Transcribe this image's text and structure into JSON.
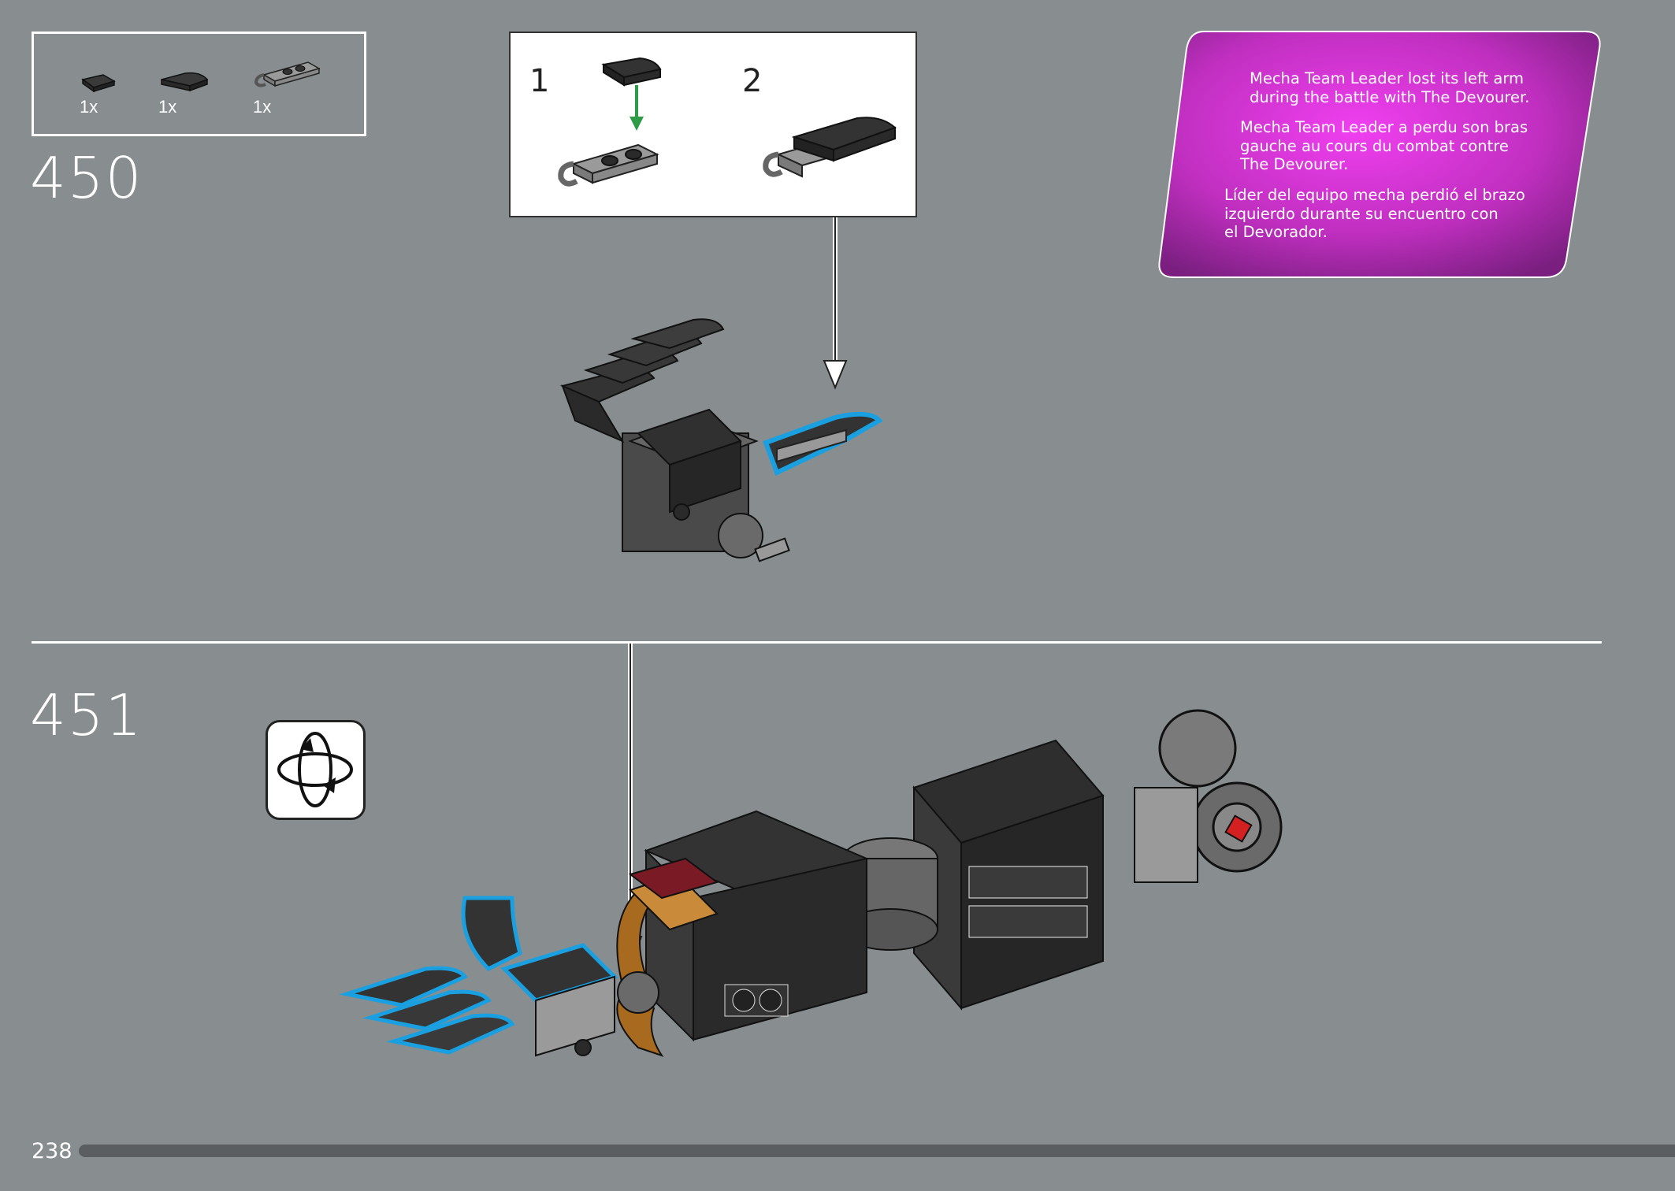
{
  "page": {
    "number": "238",
    "background": "#888e90",
    "progress": {
      "fraction": 1.0,
      "color": "#5a5e60"
    }
  },
  "parts_list": {
    "items": [
      {
        "qty": "1x",
        "part": "dark-gray-tile-1x1"
      },
      {
        "qty": "1x",
        "part": "dark-gray-curved-slope-1x2"
      },
      {
        "qty": "1x",
        "part": "light-gray-plate-with-clips"
      }
    ]
  },
  "steps": [
    {
      "number": "450"
    },
    {
      "number": "451"
    }
  ],
  "sub_assembly": {
    "steps": [
      {
        "number": "1"
      },
      {
        "number": "2"
      }
    ],
    "arrow_color": "#2e9b46"
  },
  "info_panel": {
    "color": "#c02fc0",
    "texts": [
      "Mecha Team Leader lost its left arm\nduring the battle with The Devourer.",
      "Mecha Team Leader a perdu son bras\ngauche au cours du combat contre\nThe Devourer.",
      "Líder del equipo mecha perdió el brazo\nizquierdo durante su encuentro con\nel Devorador."
    ]
  },
  "icons": {
    "rotate": "rotate-model-icon"
  },
  "highlight_color": "#1aa0e0"
}
